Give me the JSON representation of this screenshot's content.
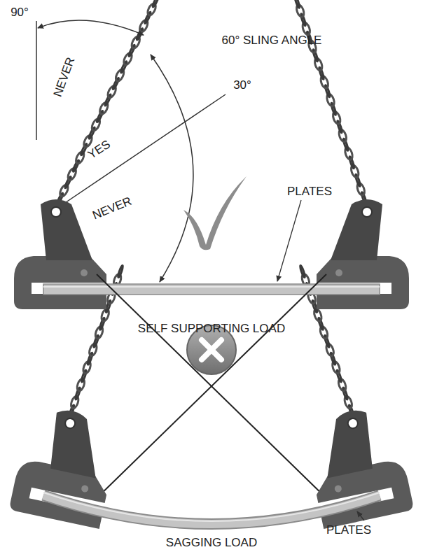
{
  "diagram": {
    "labels": [
      "90°",
      "NEVER",
      "60° SLING ANGLE",
      "YES",
      "30°",
      "NEVER",
      "PLATES",
      "SELF SUPPORTING LOAD",
      "PLATES",
      "SAGGING LOAD"
    ]
  }
}
